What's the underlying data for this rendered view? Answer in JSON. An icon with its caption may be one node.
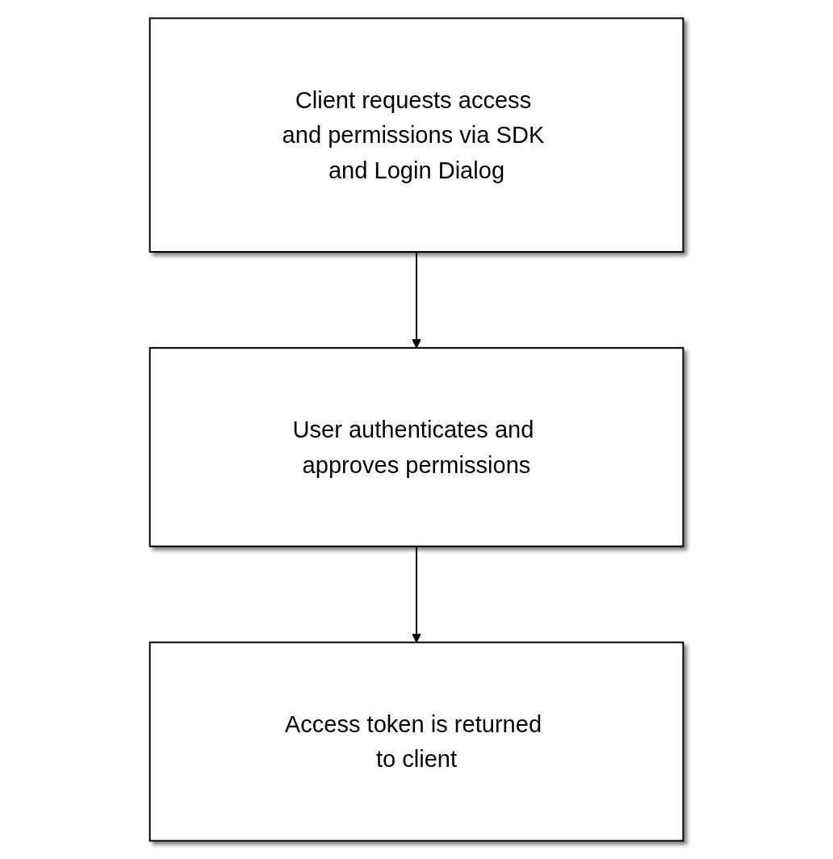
{
  "diagram": {
    "nodes": [
      {
        "text": [
          "Client requests access and permissions via SDK and Login Dialog"
        ]
      },
      {
        "text": [
          "User authenticates and approves permissions"
        ]
      },
      {
        "text": [
          "Access token is returned to client"
        ]
      }
    ],
    "edges": [
      {
        "from": 0,
        "to": 1,
        "arrow": "to"
      },
      {
        "from": 1,
        "to": 2,
        "arrow": "to"
      }
    ]
  }
}
